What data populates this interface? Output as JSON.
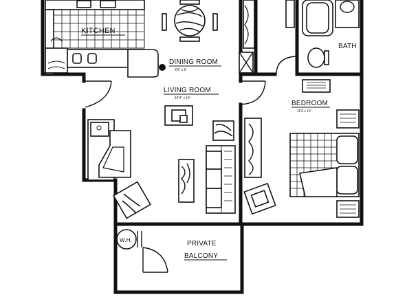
{
  "rooms": {
    "kitchen": {
      "label": "KITCHEN"
    },
    "dining": {
      "label": "DINING ROOM",
      "dims": "8'1\" x 9'"
    },
    "living": {
      "label": "LIVING ROOM",
      "dims": "14'4\" x 14'"
    },
    "bedroom": {
      "label": "BEDROOM",
      "dims": "11'5 x 13'"
    },
    "bath": {
      "label": "BATH"
    },
    "balcony": {
      "label_line1": "PRIVATE",
      "label_line2": "BALCONY"
    },
    "water_heater": {
      "label": "W.H."
    }
  }
}
